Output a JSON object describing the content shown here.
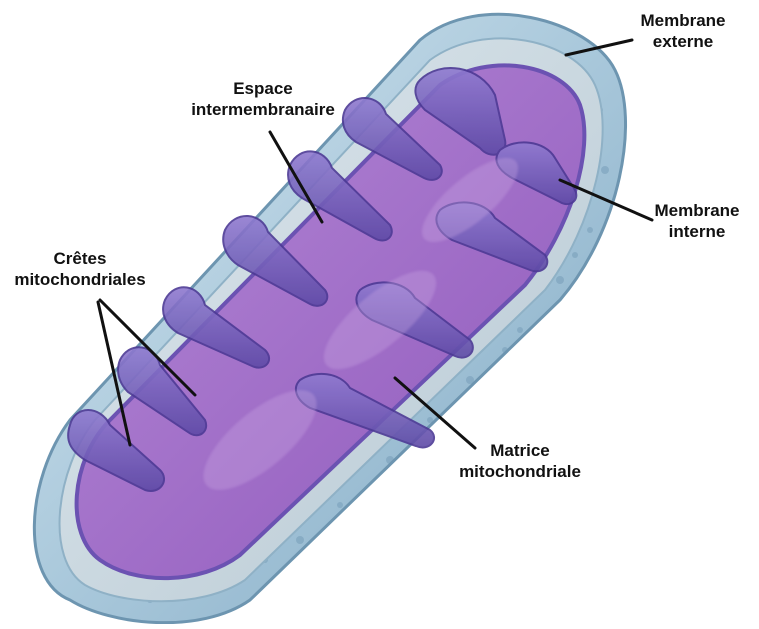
{
  "labels": {
    "membrane_externe": {
      "line1": "Membrane",
      "line2": "externe"
    },
    "espace_intermembranaire": {
      "line1": "Espace",
      "line2": "intermembranaire"
    },
    "membrane_interne": {
      "line1": "Membrane",
      "line2": "interne"
    },
    "cretes_mitochondriales": {
      "line1": "Crêtes",
      "line2": "mitochondriales"
    },
    "matrice_mitochondriale": {
      "line1": "Matrice",
      "line2": "mitochondriale"
    }
  },
  "colors": {
    "outer_membrane": "#9cc2d8",
    "intermembrane_space": "#c9dce6",
    "inner_membrane": "#7e67c0",
    "matrix": "#a777c9",
    "leader_lines": "#111111"
  }
}
